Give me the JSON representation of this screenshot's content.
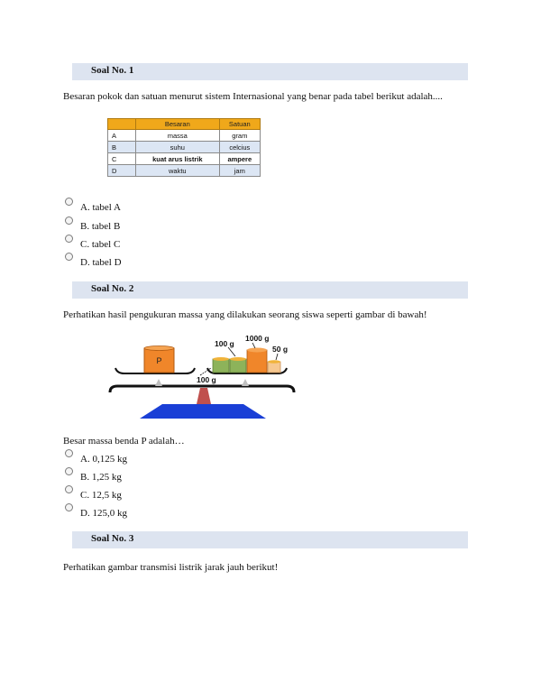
{
  "q1": {
    "header": "Soal No. 1",
    "question": "Besaran pokok dan satuan menurut sistem Internasional yang benar pada tabel berikut adalah....",
    "table": {
      "headers": [
        "",
        "Besaran",
        "Satuan"
      ],
      "rows": [
        [
          "A",
          "massa",
          "gram"
        ],
        [
          "B",
          "suhu",
          "celcius"
        ],
        [
          "C",
          "kuat arus listrik",
          "ampere"
        ],
        [
          "D",
          "waktu",
          "jam"
        ]
      ]
    },
    "options": [
      "A. tabel A",
      "B. tabel B",
      "C. tabel C",
      "D. tabel D"
    ]
  },
  "q2": {
    "header": "Soal No. 2",
    "question": "Perhatikan hasil pengukuran massa yang dilakukan seorang siswa seperti gambar di bawah!",
    "figure": {
      "object_label": "P",
      "mass_labels": [
        "100 g",
        "1000 g",
        "50 g",
        "100 g"
      ]
    },
    "prompt": "Besar massa benda P adalah…",
    "options": [
      "A. 0,125 kg",
      "B. 1,25 kg",
      "C. 12,5 kg",
      "D. 125,0 kg"
    ]
  },
  "q3": {
    "header": "Soal No. 3",
    "question": "Perhatikan gambar transmisi listrik jarak jauh berikut!"
  },
  "colors": {
    "header_bar": "#dde4f0",
    "table_header": "#f0a81a",
    "table_alt_row": "#dce6f4",
    "scale_base": "#1a3fd6",
    "scale_pivot": "#c0504d",
    "object_p": "#f0862a"
  }
}
